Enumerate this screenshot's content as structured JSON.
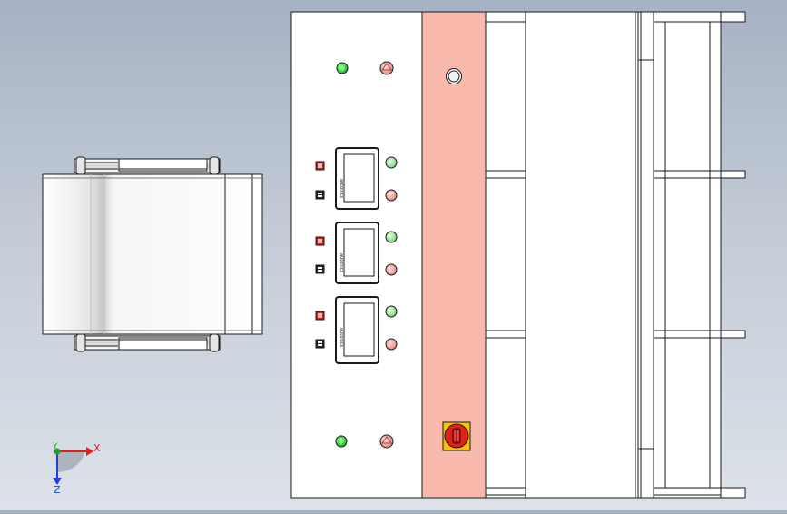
{
  "viewport": {
    "background_top": "#a6b2c4",
    "background_bottom": "#dde2e9"
  },
  "colors": {
    "outline": "#1a1a1a",
    "panel_fill": "#ffffff",
    "salmon_strip": "#f9b8ac",
    "led_green": "#2ecc40",
    "led_red": "#e89a90",
    "switch_red": "#e0201a",
    "switch_yellow": "#f5c400",
    "axis_x": "#e02020",
    "axis_y": "#20a020",
    "axis_z": "#2040e0"
  },
  "controller_label": "autonics",
  "triad": {
    "x_label": "X",
    "y_label": "Y",
    "z_label": "Z"
  }
}
